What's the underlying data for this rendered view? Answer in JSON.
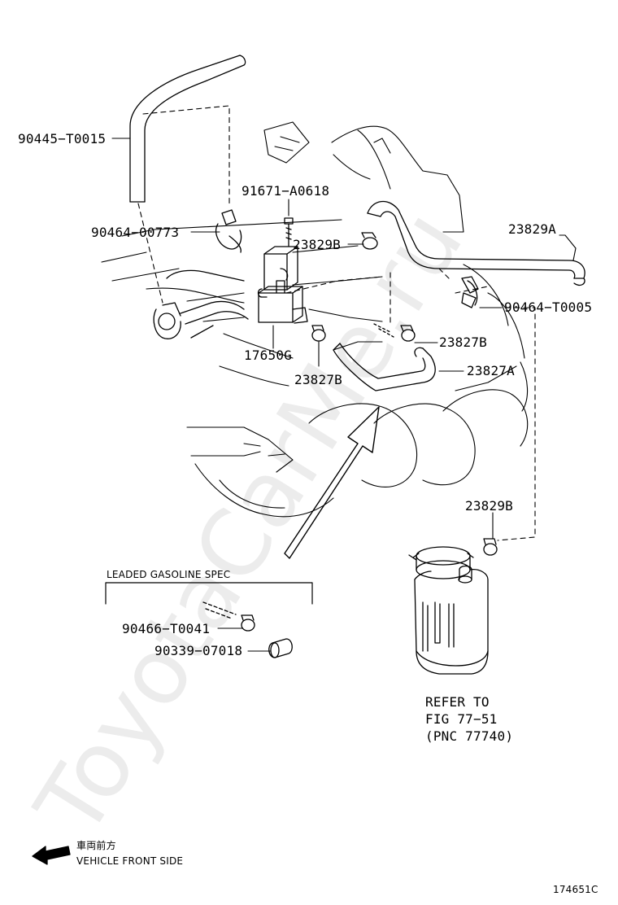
{
  "parts": {
    "p90445": "90445−T0015",
    "p91671": "91671−A0618",
    "p90464a": "90464−00773",
    "p23829b_top": "23829B",
    "p23829a": "23829A",
    "p90464b": "90464−T0005",
    "p23827b_right": "23827B",
    "p17650": "17650G",
    "p23827a": "23827A",
    "p23827b_left": "23827B",
    "p23829b_canister": "23829B",
    "p90466": "90466−T0041",
    "p90339": "90339−07018"
  },
  "spec_box": {
    "title": "LEADED GASOLINE SPEC"
  },
  "refer": {
    "line1": "REFER TO",
    "line2": "FIG 77−51",
    "line3": "(PNC 77740)"
  },
  "front_note": {
    "jp": "車両前方",
    "en": "VEHICLE FRONT SIDE"
  },
  "figure_code": "174651C",
  "watermark": "ToyotaCarMe.ru",
  "colors": {
    "ink": "#000000",
    "paper": "#ffffff",
    "watermark": "#000000"
  }
}
